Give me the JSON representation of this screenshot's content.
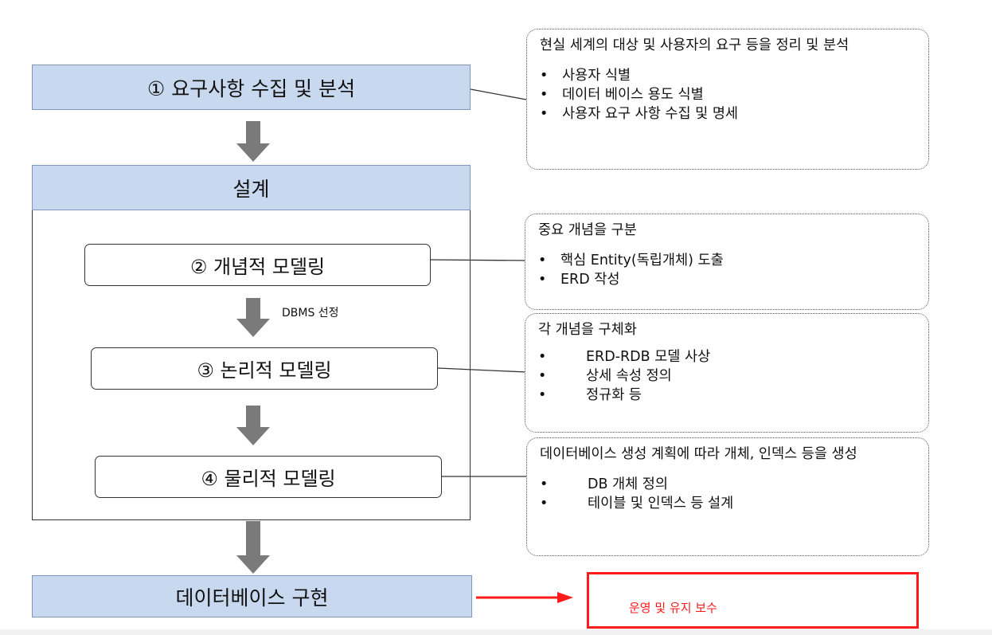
{
  "stages": {
    "requirements": "① 요구사항 수집 및 분석",
    "design": "설계",
    "implementation": "데이터베이스 구현"
  },
  "models": {
    "conceptual": "② 개념적 모델링",
    "logical": "③ 논리적 모델링",
    "physical": "④ 물리적 모델링"
  },
  "dbms_selection_label": "DBMS 선정",
  "notes": {
    "requirements": {
      "description": "현실 세계의 대상 및 사용자의 요구 등을 정리 및 분석",
      "items": [
        "사용자 식별",
        "데이터 베이스 용도 식별",
        "사용자 요구 사항 수집 및 명세"
      ]
    },
    "conceptual": {
      "description": "중요 개념을 구분",
      "items": [
        "핵심 Entity(독립개체) 도출",
        "ERD 작성"
      ]
    },
    "logical": {
      "description": "각 개념을 구체화",
      "items": [
        "ERD-RDB 모델 사상",
        "상세 속성 정의",
        "정규화 등"
      ]
    },
    "physical": {
      "description": "데이터베이스 생성 계획에 따라 개체, 인덱스 등을 생성",
      "items": [
        "DB 개체 정의",
        "테이블 및 인덱스 등 설계"
      ]
    }
  },
  "operation_label": "운영 및 유지 보수",
  "colors": {
    "stage_fill": "#c8d8ee",
    "arrow_gray": "#7a7a7a",
    "highlight_red": "#ff1a1a"
  }
}
